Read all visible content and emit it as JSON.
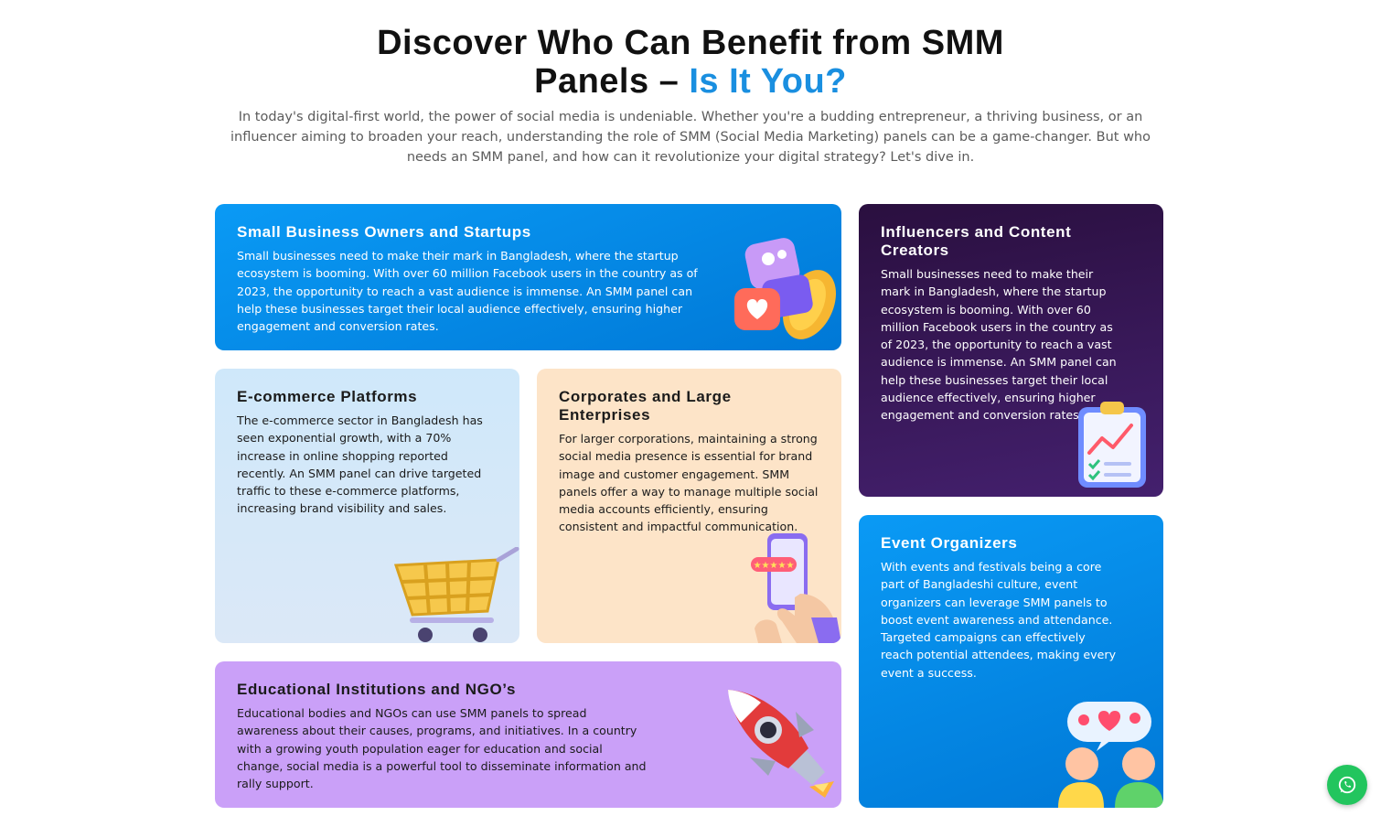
{
  "heading": {
    "line1": "Discover Who Can Benefit from SMM",
    "line2": "Panels – ",
    "accent": "Is It You?"
  },
  "intro": "In today's digital-first world, the power of social media is undeniable. Whether you're a budding entrepreneur, a thriving business, or an influencer aiming to broaden your reach, understanding the role of SMM (Social Media Marketing) panels can be a game-changer. But who needs an SMM panel, and how can it revolutionize your digital strategy? Let's dive in.",
  "cards": [
    {
      "title": "Small Business Owners and Startups",
      "text": "Small businesses need to make their mark in Bangladesh, where the startup ecosystem is booming. With over 60 million Facebook users in the country as of 2023, the opportunity to reach a vast audience is immense. An SMM panel can help these businesses target their local audience effectively, ensuring higher engagement and conversion rates.",
      "icon": "megaphone-like-icon"
    },
    {
      "title": "Influencers and Content Creators",
      "text": "Small businesses need to make their mark in Bangladesh, where the startup ecosystem is booming. With over 60 million Facebook users in the country as of 2023, the opportunity to reach a vast audience is immense. An SMM panel can help these businesses target their local audience effectively, ensuring higher engagement and conversion rates.",
      "icon": "clipboard-chart-icon"
    },
    {
      "title": "E-commerce Platforms",
      "text": "The e-commerce sector in Bangladesh has seen exponential growth, with a 70% increase in online shopping reported recently. An SMM panel can drive targeted traffic to these e-commerce platforms, increasing brand visibility and sales.",
      "icon": "shopping-cart-icon"
    },
    {
      "title": "Corporates and Large Enterprises",
      "text": "For larger corporations, maintaining a strong social media presence is essential for brand image and customer engagement. SMM panels offer a way to manage multiple social media accounts efficiently, ensuring consistent and impactful communication.",
      "icon": "phone-rating-icon"
    },
    {
      "title": "Event Organizers",
      "text": "With events and festivals being a core part of Bangladeshi culture, event organizers can leverage SMM panels to boost event awareness and attendance. Targeted campaigns can effectively reach potential attendees, making every event a success.",
      "icon": "people-hearts-icon"
    },
    {
      "title": "Educational Institutions and NGO’s",
      "text": "Educational bodies and NGOs can use SMM panels to spread awareness about their causes, programs, and initiatives. In a country with a growing youth population eager for education and social change, social media is a powerful tool to disseminate information and rally support.",
      "icon": "rocket-icon"
    }
  ],
  "colors": {
    "accent": "#1a8fe0",
    "blue_card": "#0a9af5",
    "dark_purple_card": "#2a0f3f",
    "light_blue_card": "#cfe8fa",
    "peach_card": "#fde4c8",
    "lavender_card": "#caa0f8",
    "whatsapp": "#22c55e"
  },
  "floating": {
    "icon": "whatsapp-icon"
  }
}
